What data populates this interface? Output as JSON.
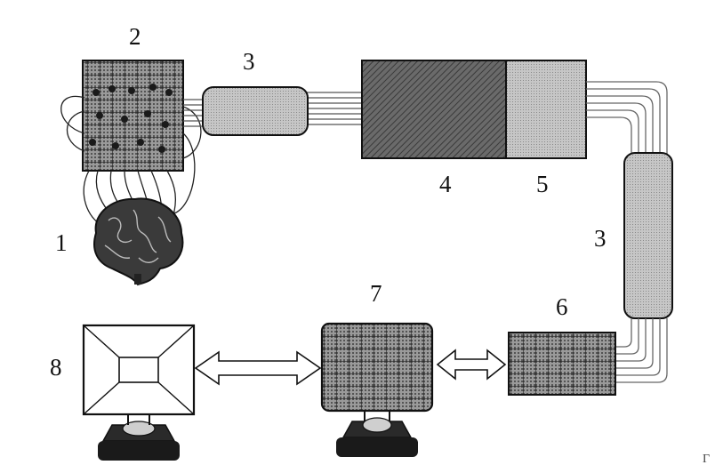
{
  "labels": {
    "brain": "1",
    "electrode_array": "2",
    "cable_top": "3",
    "amplifier": "4",
    "converter": "5",
    "cable_right": "3",
    "interface_board": "6",
    "processor": "7",
    "monitor": "8"
  },
  "edge_mark": "Г",
  "colors": {
    "ink": "#111111",
    "panel_dark": "#4a4a4a",
    "panel_mid": "#8d8d8d",
    "panel_light": "#c4c4c4",
    "cable_light": "#bdbdbd"
  }
}
